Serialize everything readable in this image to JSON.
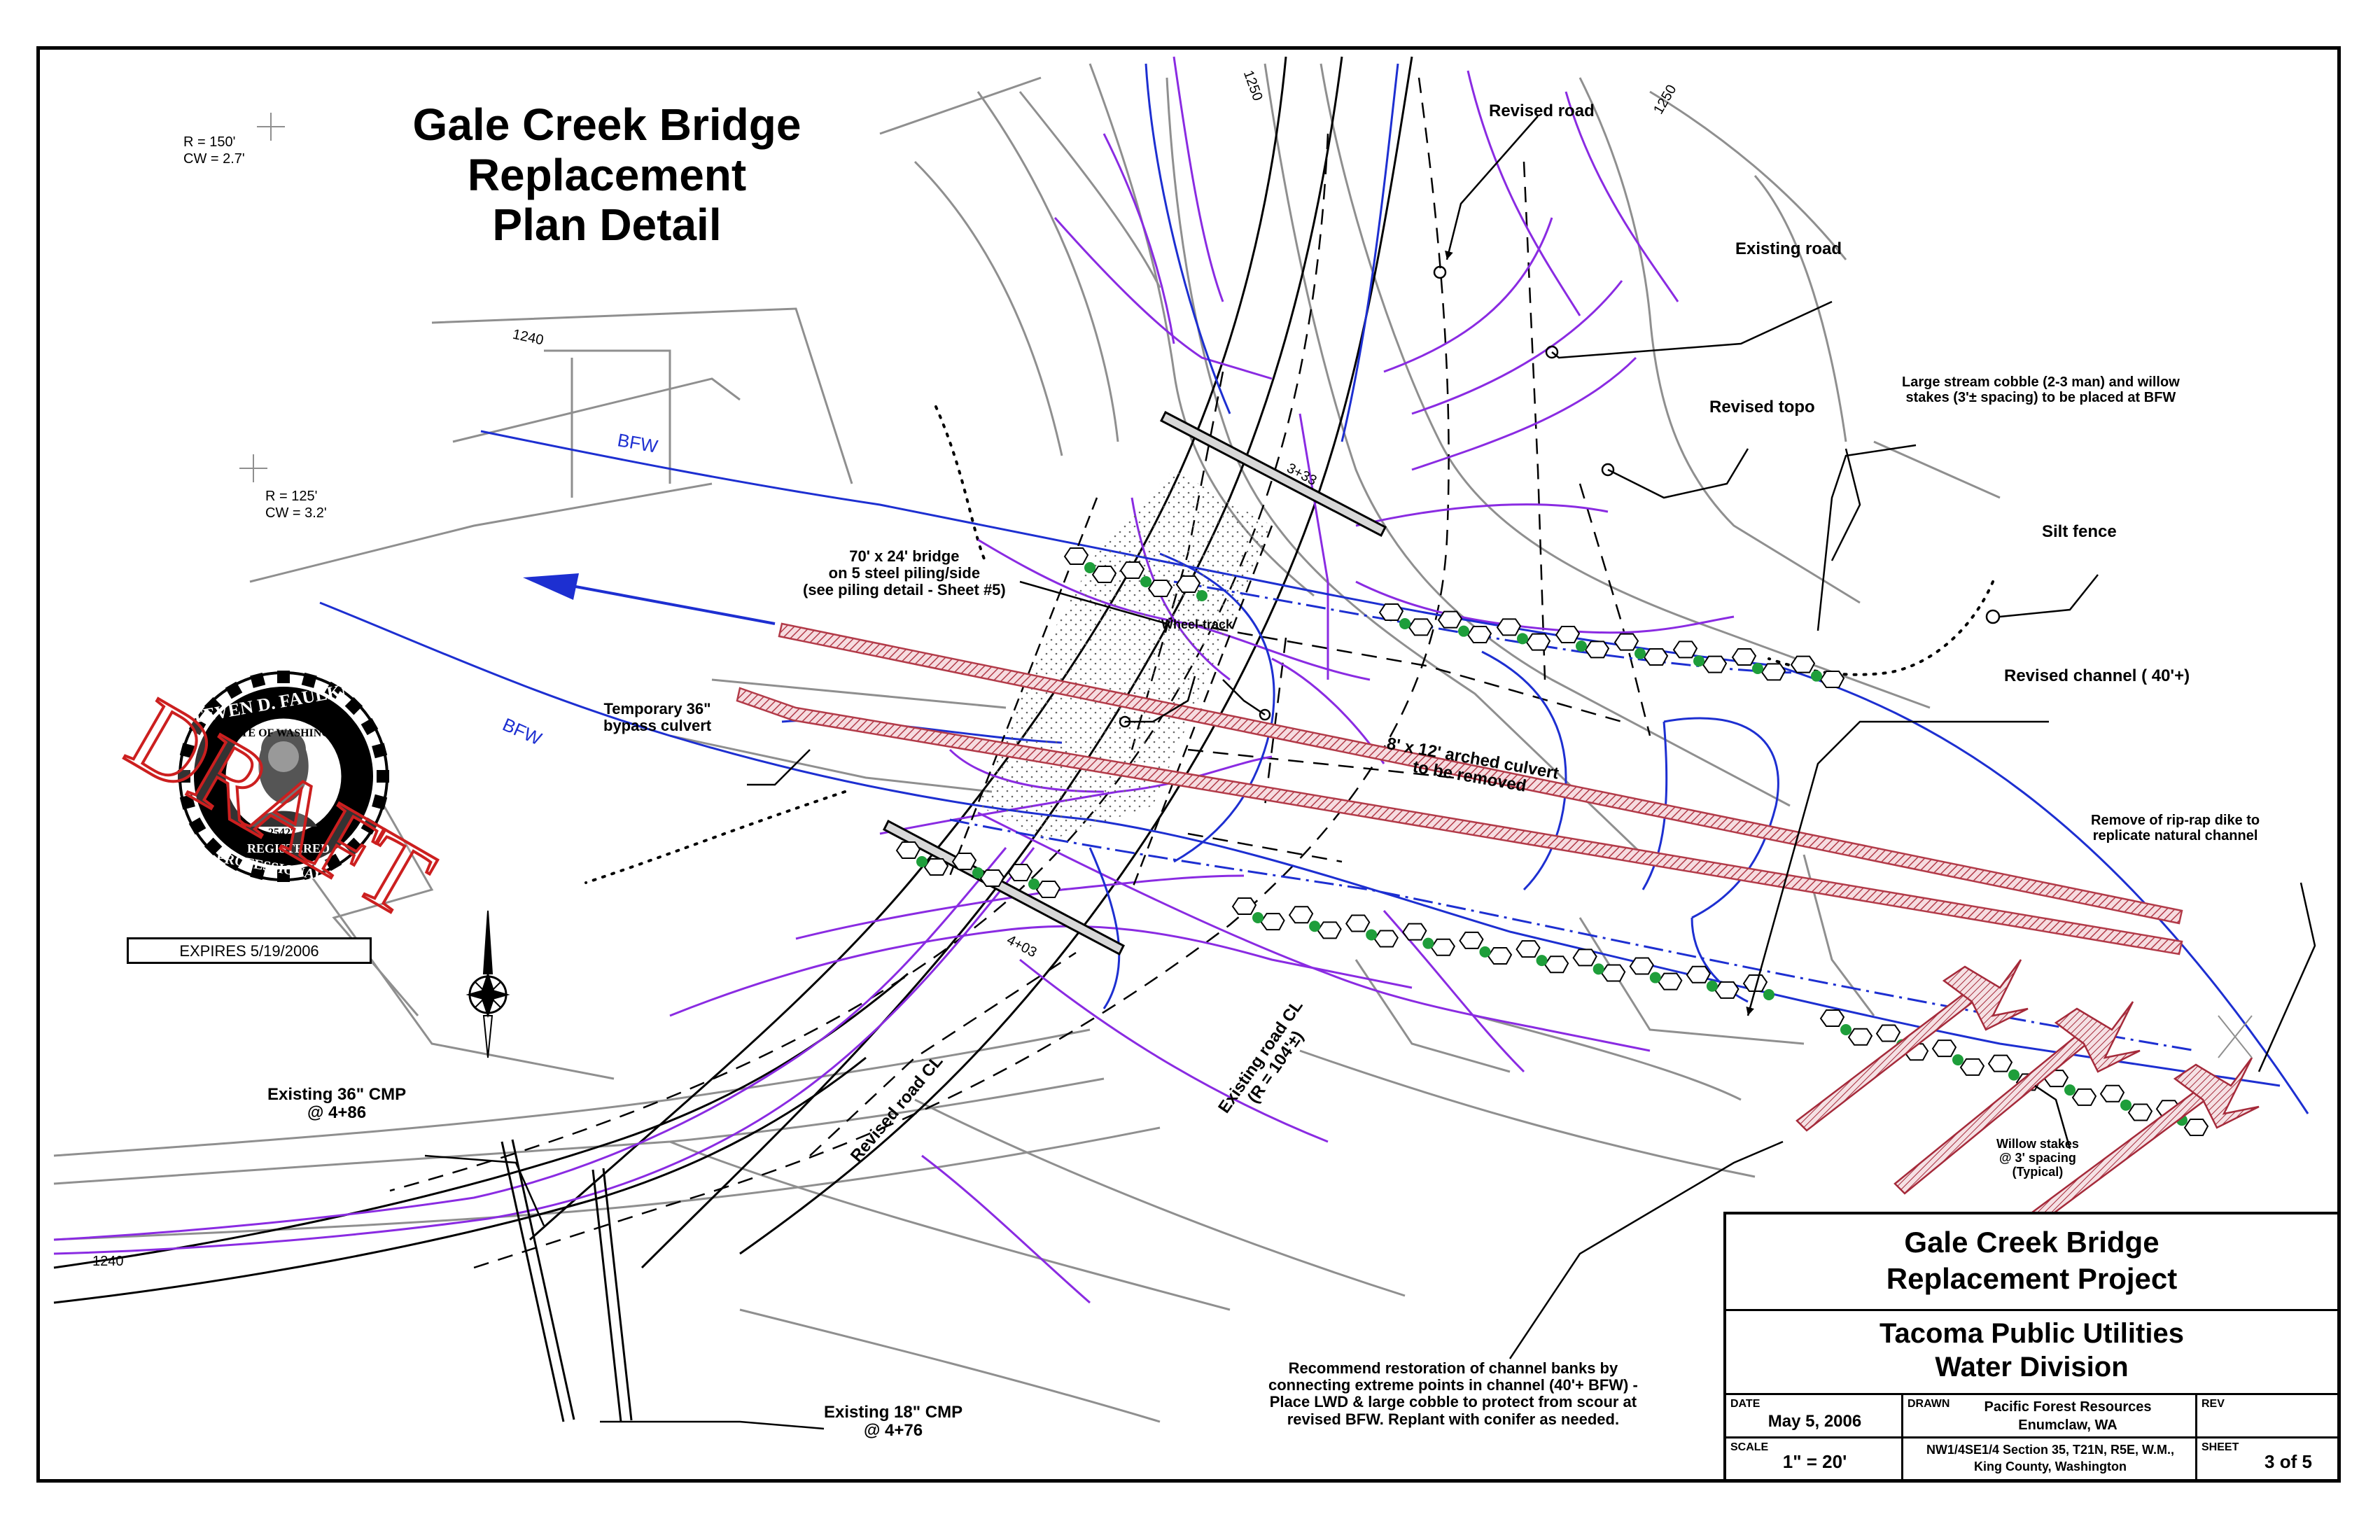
{
  "title": {
    "line1": "Gale Creek Bridge Replacement",
    "line2": "Plan Detail"
  },
  "curve_data": {
    "upper": {
      "r": "R = 150'",
      "cw": "CW = 2.7'"
    },
    "lower": {
      "r": "R = 125'",
      "cw": "CW = 3.2'"
    }
  },
  "contours": {
    "c1240_upper": "1240",
    "c1240_lower": "1240",
    "c1250_left": "1250",
    "c1250_right": "1250"
  },
  "labels": {
    "bfw_upper": "BFW",
    "bfw_lower": "BFW",
    "revised_road": "Revised road",
    "existing_road": "Existing road",
    "revised_topo": "Revised topo",
    "cobble_note_l1": "Large stream cobble (2-3 man) and willow",
    "cobble_note_l2": "stakes (3'± spacing) to be placed at BFW",
    "silt_fence": "Silt fence",
    "revised_channel": "Revised channel ( 40'+)",
    "riprap_l1": "Remove of rip-rap dike to",
    "riprap_l2": "replicate natural channel",
    "bridge_l1": "70' x 24' bridge",
    "bridge_l2": "on 5 steel piling/side",
    "bridge_l3": "(see piling detail - Sheet #5)",
    "wheel_track": "Wheel-track",
    "culvert_l1": "Temporary 36\"",
    "culvert_l2": "bypass culvert",
    "arched_l1": "8' x 12' arched culvert",
    "arched_l2": "to be removed",
    "sta_upper": "3+33",
    "sta_lower": "4+03",
    "revised_cl": "Revised road CL",
    "existing_cl_l1": "Existing road CL",
    "existing_cl_l2": "(R = 104'±)",
    "cmp36_l1": "Existing 36\" CMP",
    "cmp36_l2": "@ 4+86",
    "cmp18_l1": "Existing 18\" CMP",
    "cmp18_l2": "@ 4+76",
    "willow_l1": "Willow stakes",
    "willow_l2": "@ 3' spacing",
    "willow_l3": "(Typical)",
    "restore_l1": "Recommend restoration of channel banks by",
    "restore_l2": "connecting extreme points in channel (40'+ BFW) -",
    "restore_l3": "Place LWD & large cobble to protect from scour at",
    "restore_l4": "revised BFW.  Replant with conifer as needed."
  },
  "seal": {
    "top_text": "STEVEN D. FAULKNER",
    "state_text": "STATE OF WASHINGTON",
    "number": "25427",
    "registered": "REGISTERED",
    "professional": "PROFESSIONAL ENGINEER",
    "stamp": "DRAFT",
    "expires": "EXPIRES    5/19/2006"
  },
  "title_block": {
    "project_l1": "Gale Creek Bridge",
    "project_l2": "Replacement Project",
    "client_l1": "Tacoma Public Utilities",
    "client_l2": "Water Division",
    "date_label": "DATE",
    "date_value": "May 5, 2006",
    "drawn_label": "DRAWN",
    "drawn_l1": "Pacific Forest Resources",
    "drawn_l2": "Enumclaw, WA",
    "rev_label": "REV",
    "scale_label": "SCALE",
    "scale_value": "1\" = 20'",
    "location_l1": "NW1/4SE1/4 Section 35, T21N, R5E, W.M.,",
    "location_l2": "King County, Washington",
    "sheet_label": "SHEET",
    "sheet_value": "3 of 5"
  },
  "colors": {
    "water": "#1d2fd1",
    "topo_revised": "#8a2be2",
    "contour": "#8f8f8f",
    "culvert": "#b23a48",
    "stamp": "#cc1f1f",
    "vegetation": "#1e9e3a"
  }
}
